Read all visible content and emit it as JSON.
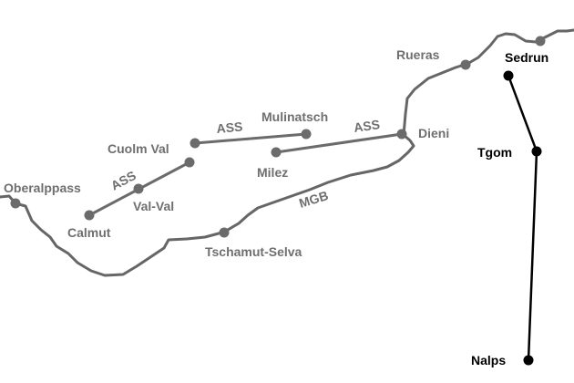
{
  "colors": {
    "background": "#ffffff",
    "railway": "#666666",
    "ski_lifts": "#6b6b6b",
    "tunnel_line": "#000000",
    "grey_labels": "#6f6f6f",
    "black_labels": "#000000"
  },
  "line_labels": {
    "mgb": "MGB",
    "ass_upper": "ASS",
    "ass_left": "ASS",
    "ass_right": "ASS"
  },
  "stations": {
    "oberalppass": "Oberalppass",
    "calmut": "Calmut",
    "val_val": "Val-Val",
    "cuolm_val": "Cuolm Val",
    "mulinatsch": "Mulinatsch",
    "milez": "Milez",
    "dieni": "Dieni",
    "tschamut_selva": "Tschamut-Selva",
    "rueras": "Rueras"
  },
  "tunnel_points": {
    "sedrun": "Sedrun",
    "tgom": "Tgom",
    "nalps": "Nalps"
  }
}
